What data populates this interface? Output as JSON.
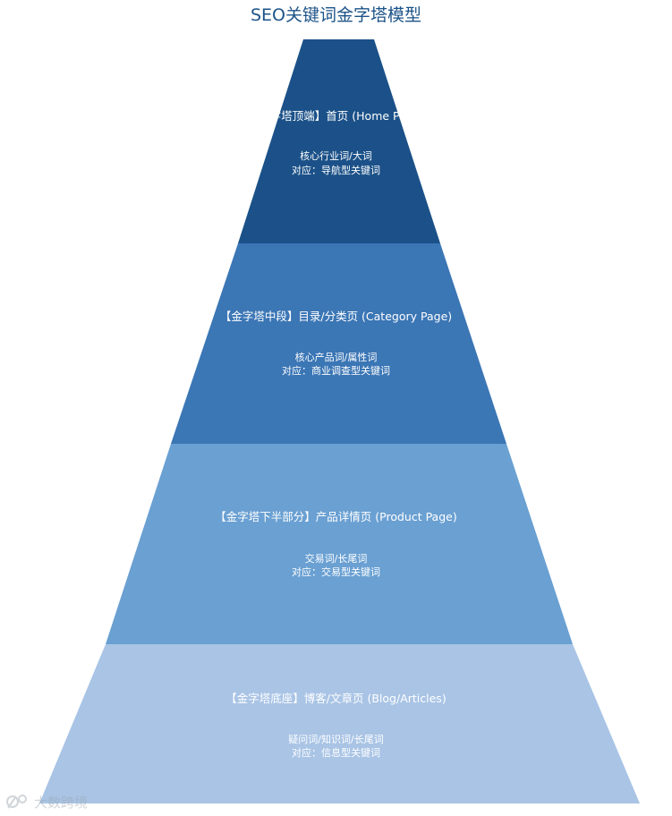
{
  "title": "SEO关键词金字塔模型",
  "colors": {
    "title": "#1c5389",
    "tier_top": "#1b5188",
    "tier_mid_upper": "#3b76b5",
    "tier_mid_lower": "#6aa0d2",
    "tier_base": "#a9c4e5",
    "text": "#ffffff"
  },
  "tiers": [
    {
      "heading": "【金字塔顶端】首页 (Home Page)",
      "line1": "核心行业词/大词",
      "line2": "对应：导航型关键词"
    },
    {
      "heading": "【金字塔中段】目录/分类页 (Category Page)",
      "line1": "核心产品词/属性词",
      "line2": "对应：商业调查型关键词"
    },
    {
      "heading": "【金字塔下半部分】产品详情页 (Product Page)",
      "line1": "交易词/长尾词",
      "line2": "对应：交易型关键词"
    },
    {
      "heading": "【金字塔底座】博客/文章页 (Blog/Articles)",
      "line1": "疑问词/知识词/长尾词",
      "line2": "对应：信息型关键词"
    }
  ],
  "watermark": {
    "text": "大数跨境",
    "icon": "brand-logo-icon"
  }
}
